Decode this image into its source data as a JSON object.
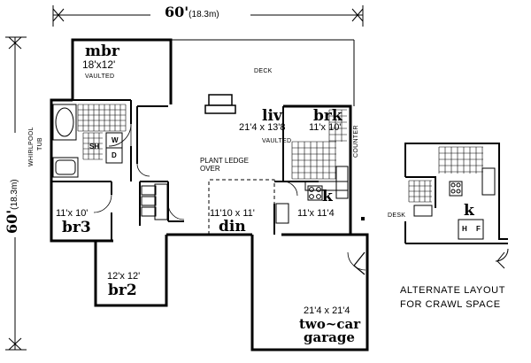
{
  "overall": {
    "width_ft": "60'",
    "width_m": "(18.3m)",
    "depth_ft": "60'",
    "depth_m": "(18.3m)"
  },
  "rooms": {
    "mbr": {
      "name": "mbr",
      "size": "18'x12'",
      "note": "VAULTED"
    },
    "liv": {
      "name": "liv",
      "size": "21'4 x 13'8",
      "note": "VAULTED"
    },
    "brk": {
      "name": "brk",
      "size": "11'x 10'"
    },
    "k_main": {
      "name": "k",
      "size": "11'x 11'4"
    },
    "din": {
      "name": "din",
      "size": "11'10 x 11'"
    },
    "br3": {
      "name": "br3",
      "size": "11'x 10'"
    },
    "br2": {
      "name": "br2",
      "size": "12'x 12'"
    },
    "garage": {
      "name": "two-car garage",
      "name_line1": "two~car",
      "name_line2": "garage",
      "size": "21'4 x 21'4"
    }
  },
  "labels": {
    "deck": "DECK",
    "plant_ledge_1": "PLANT LEDGE",
    "plant_ledge_2": "OVER",
    "counter": "COUNTER",
    "whirlpool_1": "WHIRLPOOL",
    "whirlpool_2": "TUB",
    "sh": "SH",
    "w": "W",
    "d": "D",
    "desk": "DESK"
  },
  "alternate": {
    "k": "k",
    "h": "H",
    "f": "F",
    "caption_line1": "ALTERNATE  LAYOUT",
    "caption_line2": "FOR  CRAWL  SPACE"
  }
}
